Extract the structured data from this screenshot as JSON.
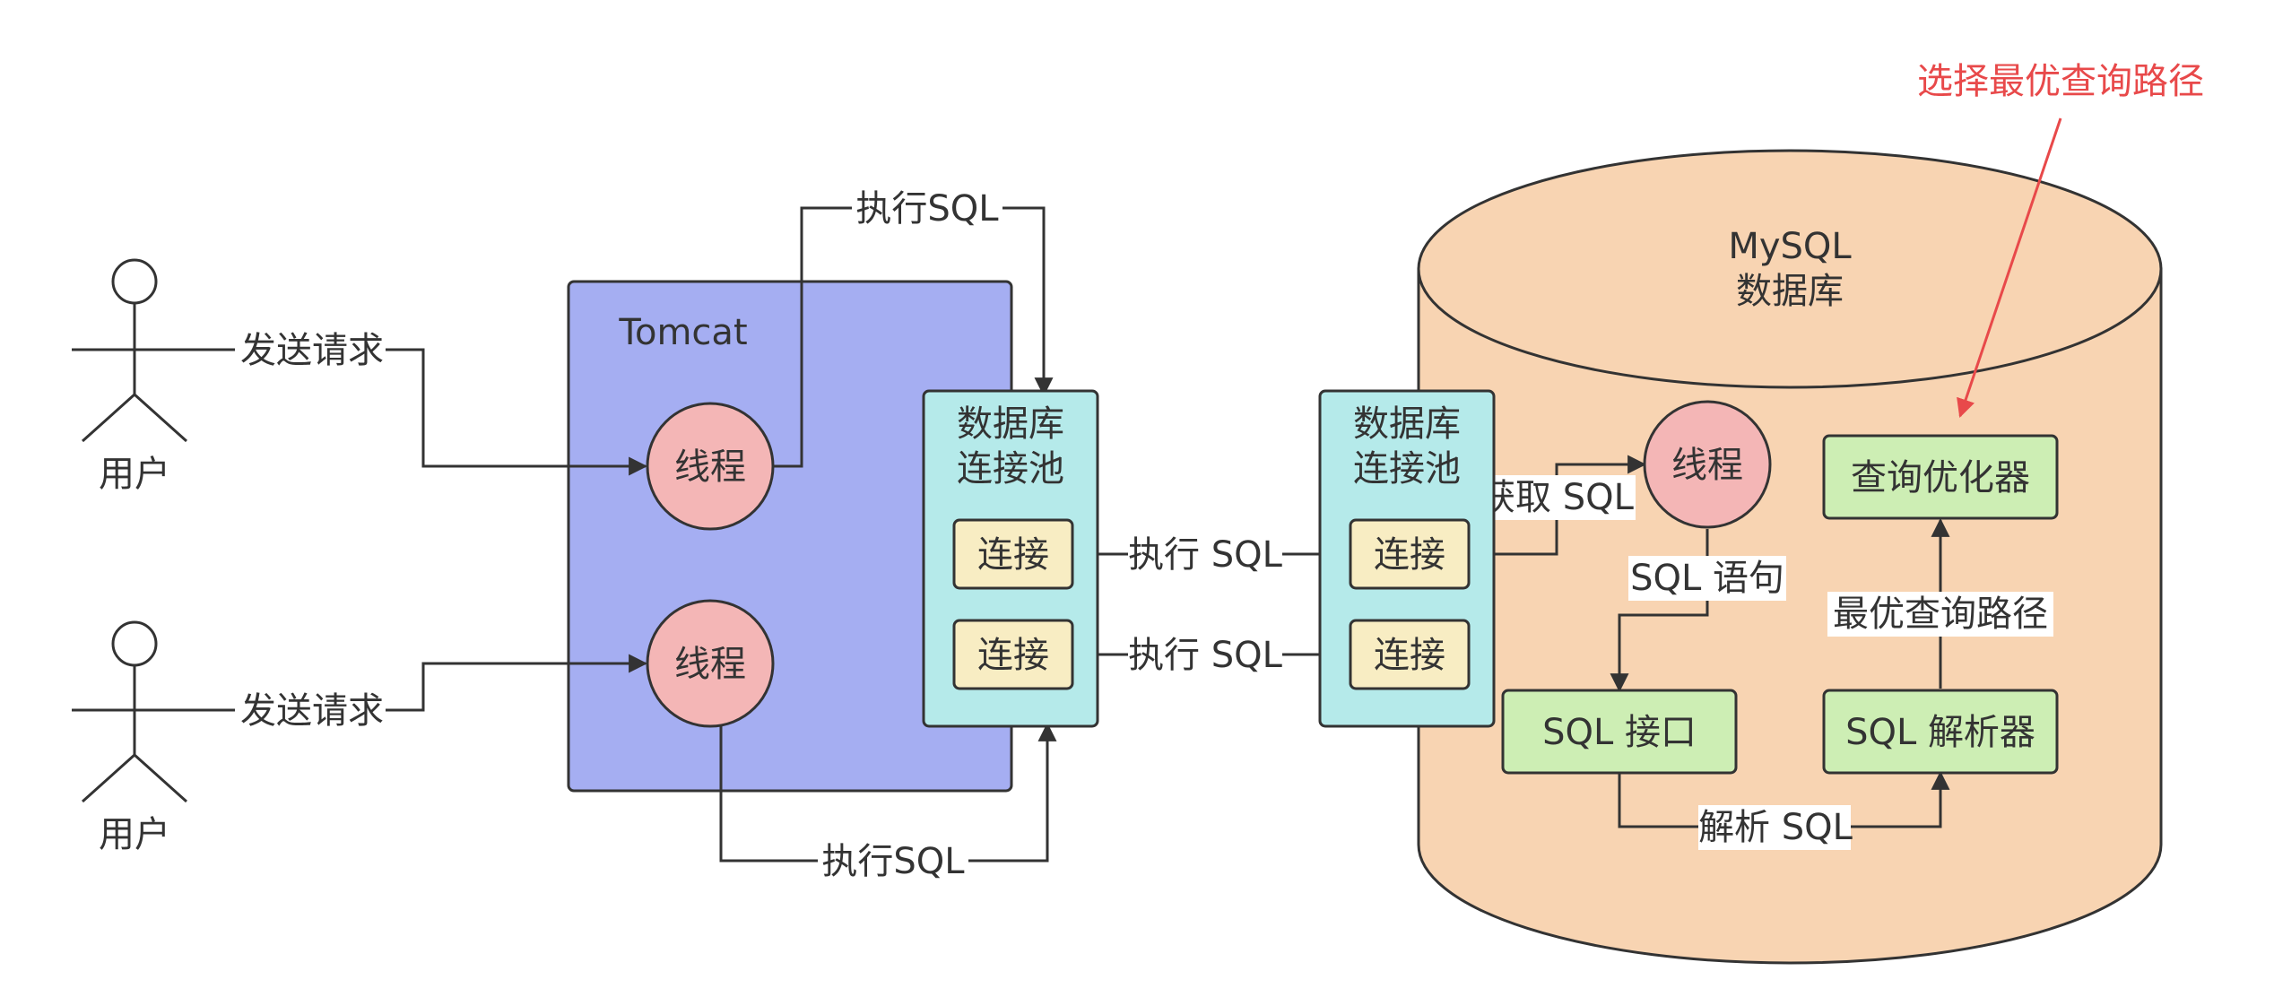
{
  "users": [
    {
      "label": "用户",
      "action": "发送请求"
    },
    {
      "label": "用户",
      "action": "发送请求"
    }
  ],
  "tomcat": {
    "title": "Tomcat",
    "threads": [
      "线程",
      "线程"
    ]
  },
  "app_pool": {
    "title_line1": "数据库",
    "title_line2": "连接池",
    "connections": [
      "连接",
      "连接"
    ]
  },
  "db_pool": {
    "title_line1": "数据库",
    "title_line2": "连接池",
    "connections": [
      "连接",
      "连接"
    ]
  },
  "mysql": {
    "title_line1": "MySQL",
    "title_line2": "数据库",
    "thread": "线程",
    "sql_interface": "SQL 接口",
    "sql_parser": "SQL 解析器",
    "query_optimizer": "查询优化器"
  },
  "edges": {
    "exec_sql_top": "执行SQL",
    "exec_sql_bottom": "执行SQL",
    "exec_sql_conn1": "执行 SQL",
    "exec_sql_conn2": "执行 SQL",
    "get_sql": "获取 SQL",
    "sql_statement": "SQL 语句",
    "parse_sql": "解析 SQL",
    "best_path": "最优查询路径"
  },
  "annotation": {
    "text": "选择最优查询路径",
    "color": "#E8494A"
  },
  "colors": {
    "tomcat_fill": "#A5AEF2",
    "pool_fill": "#B5EAEA",
    "thread_fill": "#F4B6B6",
    "connection_fill": "#F8EDC3",
    "mysql_fill": "#F8D4B2",
    "component_fill": "#CDEEB4",
    "stroke": "#333333"
  }
}
